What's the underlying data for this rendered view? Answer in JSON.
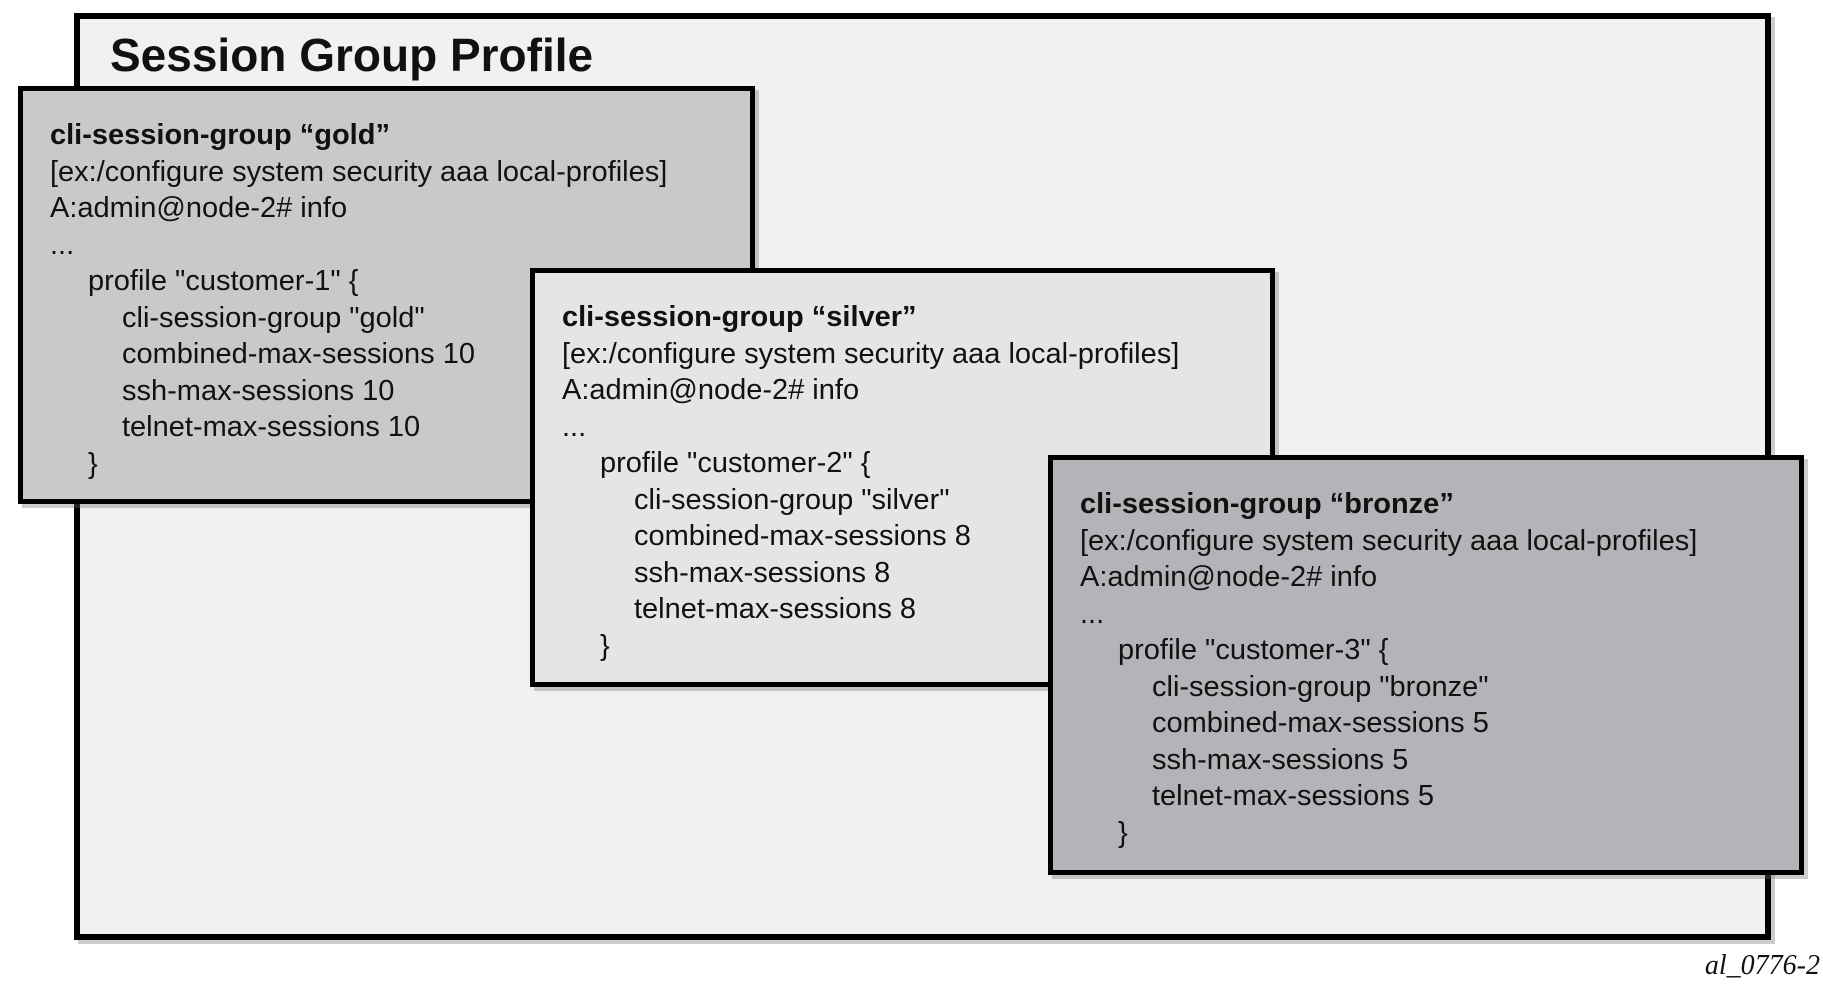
{
  "title": "Session Group Profile",
  "footer": "al_0776-2",
  "colors": {
    "page_bg": "#ffffff",
    "outer_fill": "#f1f1f2",
    "gold_fill": "#c7c9cb",
    "silver_fill": "#e3e5e7",
    "bronze_fill": "#b2b4b7",
    "border": "#000000",
    "text": "#111111"
  },
  "boxes": [
    {
      "id": "gold",
      "title": "cli-session-group “gold”",
      "lines": [
        {
          "text": "[ex:/configure system security aaa local-profiles]",
          "indent": 0
        },
        {
          "text": "A:admin@node-2# info",
          "indent": 0
        },
        {
          "text": "...",
          "indent": 0
        },
        {
          "text": "profile \"customer-1\" {",
          "indent": 1
        },
        {
          "text": "cli-session-group \"gold\"",
          "indent": 2
        },
        {
          "text": "combined-max-sessions 10",
          "indent": 2
        },
        {
          "text": "ssh-max-sessions 10",
          "indent": 2
        },
        {
          "text": "telnet-max-sessions 10",
          "indent": 2
        },
        {
          "text": "}",
          "indent": 1
        }
      ]
    },
    {
      "id": "silver",
      "title": "cli-session-group “silver”",
      "lines": [
        {
          "text": "[ex:/configure system security aaa local-profiles]",
          "indent": 0
        },
        {
          "text": "A:admin@node-2# info",
          "indent": 0
        },
        {
          "text": "...",
          "indent": 0
        },
        {
          "text": "profile \"customer-2\" {",
          "indent": 1
        },
        {
          "text": "cli-session-group \"silver\"",
          "indent": 2
        },
        {
          "text": "combined-max-sessions 8",
          "indent": 2
        },
        {
          "text": "ssh-max-sessions 8",
          "indent": 2
        },
        {
          "text": "telnet-max-sessions 8",
          "indent": 2
        },
        {
          "text": "}",
          "indent": 1
        }
      ]
    },
    {
      "id": "bronze",
      "title": "cli-session-group “bronze”",
      "lines": [
        {
          "text": "[ex:/configure system security aaa local-profiles]",
          "indent": 0
        },
        {
          "text": "A:admin@node-2# info",
          "indent": 0
        },
        {
          "text": "...",
          "indent": 0
        },
        {
          "text": "profile \"customer-3\" {",
          "indent": 1
        },
        {
          "text": "cli-session-group \"bronze\"",
          "indent": 2
        },
        {
          "text": "combined-max-sessions 5",
          "indent": 2
        },
        {
          "text": "ssh-max-sessions 5",
          "indent": 2
        },
        {
          "text": "telnet-max-sessions 5",
          "indent": 2
        },
        {
          "text": "}",
          "indent": 1
        }
      ]
    }
  ]
}
